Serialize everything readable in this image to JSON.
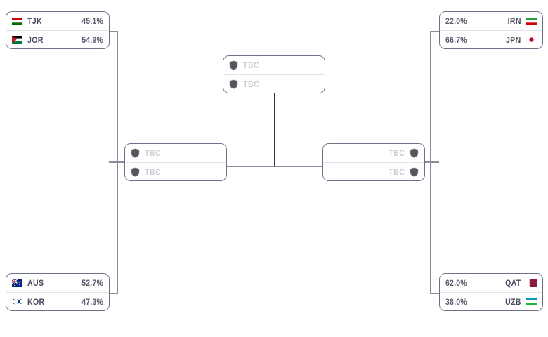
{
  "bracket": {
    "quarterfinals": [
      {
        "id": "qf-top-left",
        "align": "lead",
        "teams": [
          {
            "code": "TJK",
            "pct": "45.1%",
            "flag": "tjk-flag"
          },
          {
            "code": "JOR",
            "pct": "54.9%",
            "flag": "jor-flag"
          }
        ]
      },
      {
        "id": "qf-top-right",
        "align": "trail",
        "teams": [
          {
            "code": "IRN",
            "pct": "22.0%",
            "flag": "irn-flag"
          },
          {
            "code": "JPN",
            "pct": "66.7%",
            "flag": "jpn-flag"
          }
        ]
      },
      {
        "id": "qf-bottom-left",
        "align": "lead",
        "teams": [
          {
            "code": "AUS",
            "pct": "52.7%",
            "flag": "aus-flag"
          },
          {
            "code": "KOR",
            "pct": "47.3%",
            "flag": "kor-flag"
          }
        ]
      },
      {
        "id": "qf-bottom-right",
        "align": "trail",
        "teams": [
          {
            "code": "QAT",
            "pct": "62.0%",
            "flag": "qat-flag"
          },
          {
            "code": "UZB",
            "pct": "38.0%",
            "flag": "uzb-flag"
          }
        ]
      }
    ],
    "semifinals": [
      {
        "id": "sf-left",
        "align": "lead",
        "teams": [
          {
            "label": "TBC",
            "icon": "shield-icon"
          },
          {
            "label": "TBC",
            "icon": "shield-icon"
          }
        ]
      },
      {
        "id": "sf-right",
        "align": "trail",
        "teams": [
          {
            "label": "TBC",
            "icon": "shield-icon"
          },
          {
            "label": "TBC",
            "icon": "shield-icon"
          }
        ]
      }
    ],
    "final": {
      "id": "final",
      "align": "lead",
      "teams": [
        {
          "label": "TBC",
          "icon": "shield-icon"
        },
        {
          "label": "TBC",
          "icon": "shield-icon"
        }
      ]
    }
  },
  "colors": {
    "box_border": "#6f6f86",
    "connector": "#8b8b9e",
    "connector_dark": "#3b3b4f",
    "code_text": "#4a4a5e",
    "pct_text": "#5d5d72",
    "tbc_text": "#cdcdd6",
    "divider": "#e2e2e8",
    "background": "#ffffff"
  }
}
